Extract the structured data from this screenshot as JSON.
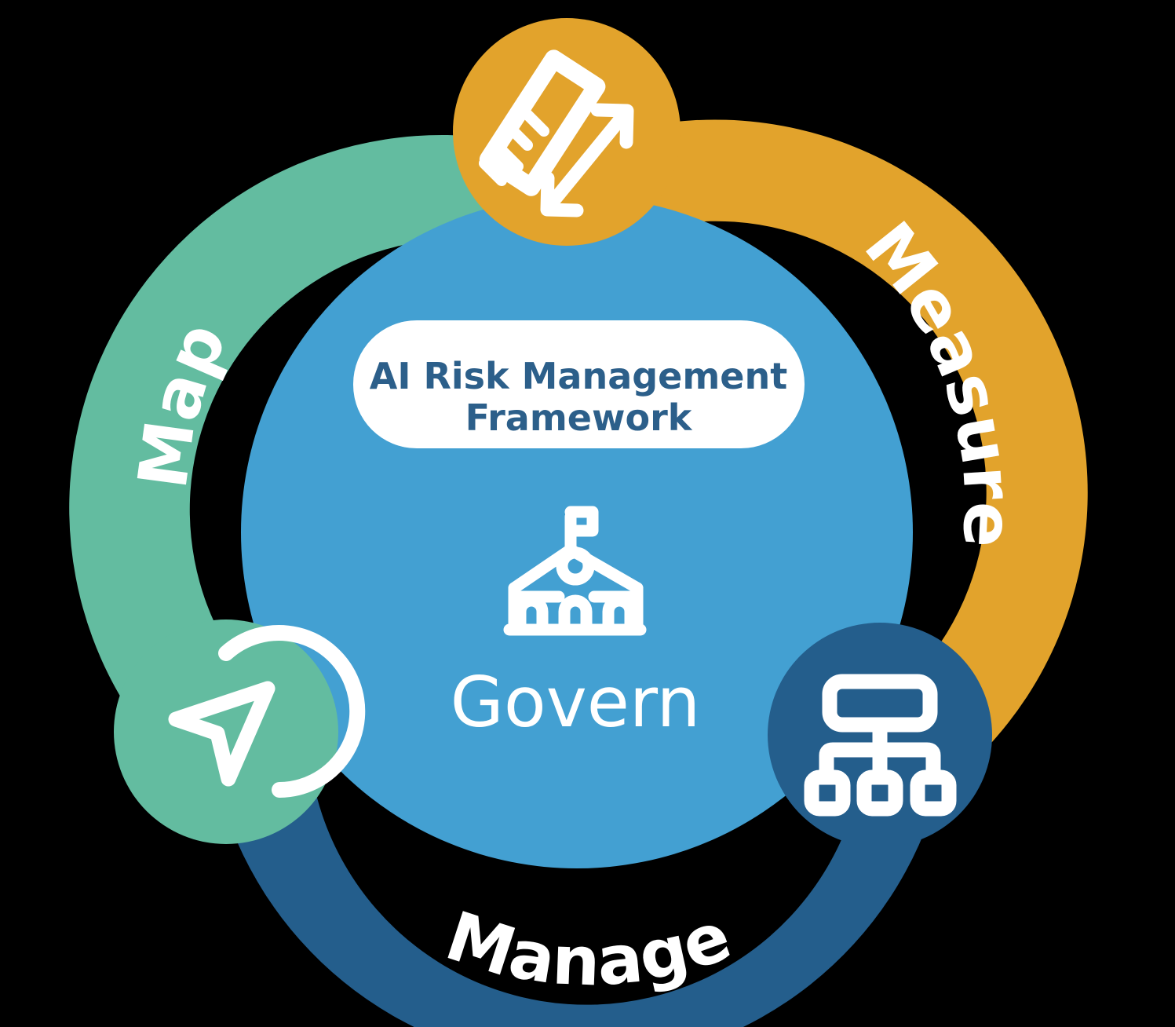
{
  "diagram": {
    "title": "AI Risk Management Framework",
    "center": {
      "pill_line_1": "AI Risk Management",
      "pill_line_2": "Framework",
      "core_label": "Govern",
      "core_icon": "government-building-icon",
      "core_color": "#43A0D2",
      "pill_bg": "#FFFFFF",
      "pill_text_color": "#2C5F8A"
    },
    "segments": [
      {
        "id": "map",
        "label": "Map",
        "color": "#63BCA0",
        "icon": "navigation-compass-icon",
        "badge_color": "#63BCA0",
        "position": "left"
      },
      {
        "id": "measure",
        "label": "Measure",
        "color": "#E2A32C",
        "icon": "ruler-arrow-icon",
        "badge_color": "#E2A32C",
        "position": "right"
      },
      {
        "id": "manage",
        "label": "Manage",
        "color": "#245E8C",
        "icon": "org-chart-icon",
        "badge_color": "#245E8C",
        "position": "bottom"
      }
    ],
    "background_color": "#000000"
  }
}
